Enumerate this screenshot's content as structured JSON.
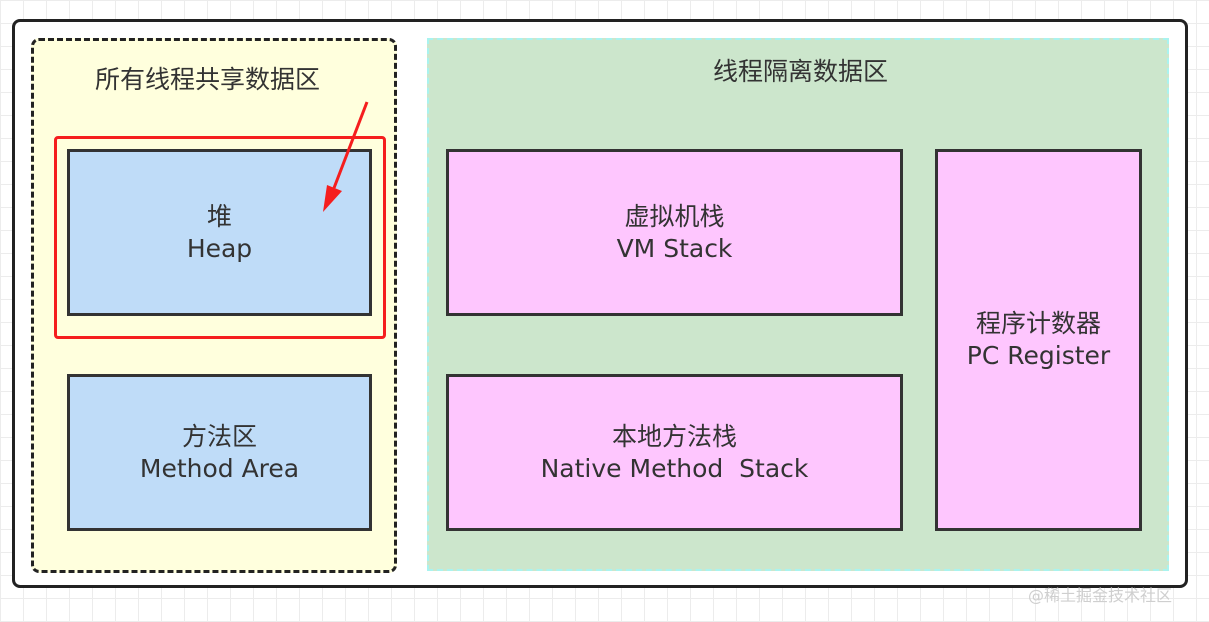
{
  "shared": {
    "title": "所有线程共享数据区"
  },
  "isolated": {
    "title": "线程隔离数据区"
  },
  "heap": {
    "cn": "堆",
    "en": "Heap"
  },
  "method_area": {
    "cn": "方法区",
    "en": "Method Area"
  },
  "vm_stack": {
    "cn": "虚拟机栈",
    "en": "VM Stack"
  },
  "native_stack": {
    "cn": "本地方法栈",
    "en": "Native Method  Stack"
  },
  "pc_register": {
    "cn": "程序计数器",
    "en": "PC Register"
  },
  "watermark": "@稀土掘金技术社区",
  "colors": {
    "shared_fill": "#ffffdd",
    "isolated_fill": "#cce6cc",
    "blue_box": "#bfdcf8",
    "pink_box": "#fec6fe",
    "highlight": "#f51e1e"
  }
}
